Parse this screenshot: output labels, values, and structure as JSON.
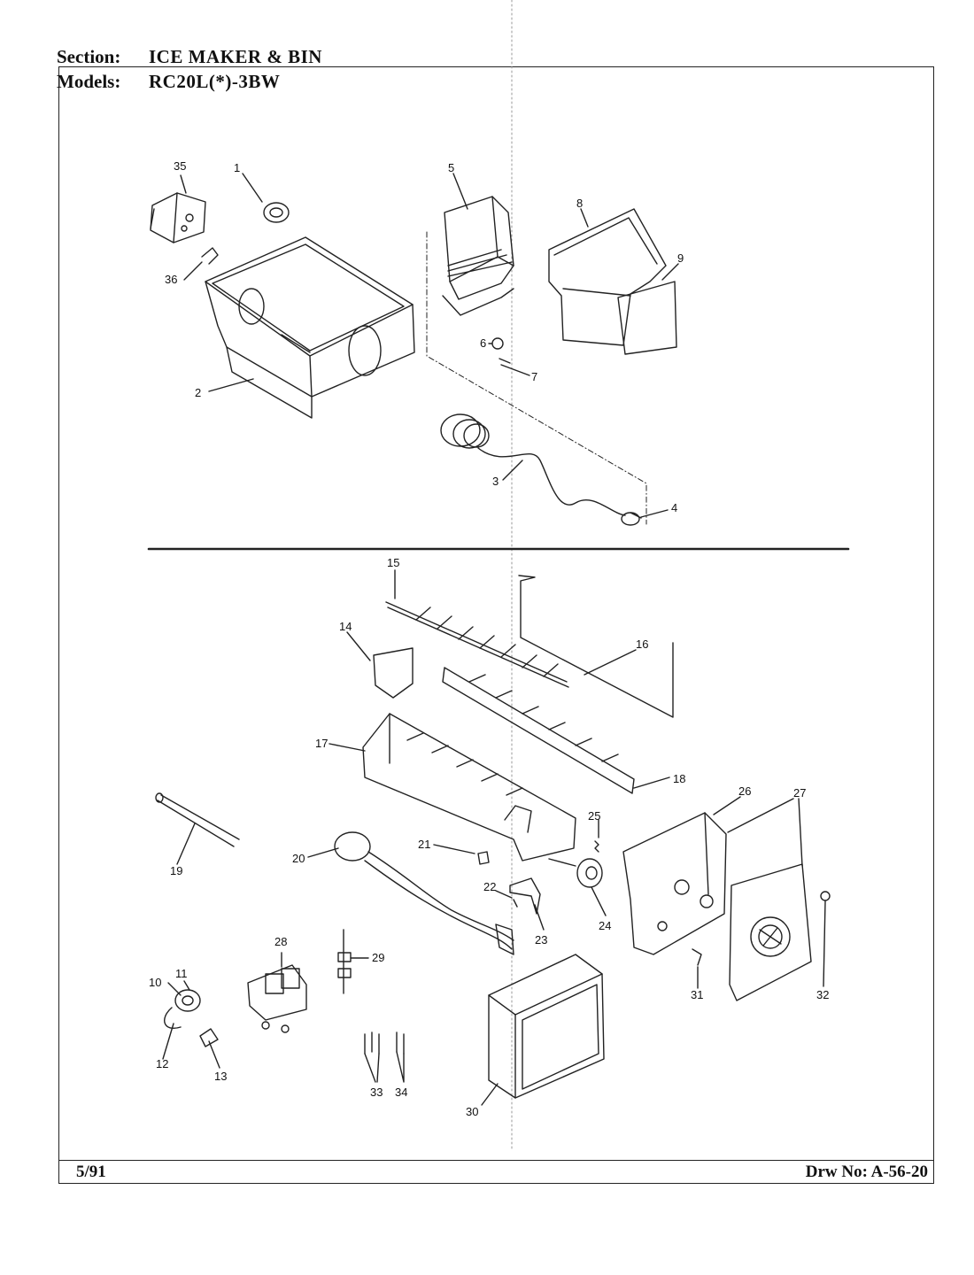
{
  "header": {
    "section_label": "Section:",
    "section_value": "ICE MAKER & BIN",
    "models_label": "Models:",
    "models_value": "RC20L(*)-3BW"
  },
  "footer": {
    "date": "5/91",
    "drawing_number": "Drw No: A-56-20"
  },
  "callouts": [
    "1",
    "2",
    "3",
    "4",
    "5",
    "6",
    "7",
    "8",
    "9",
    "10",
    "11",
    "12",
    "13",
    "14",
    "15",
    "16",
    "17",
    "18",
    "19",
    "20",
    "21",
    "22",
    "23",
    "24",
    "25",
    "26",
    "27",
    "28",
    "29",
    "30",
    "31",
    "32",
    "33",
    "34",
    "35",
    "36"
  ]
}
